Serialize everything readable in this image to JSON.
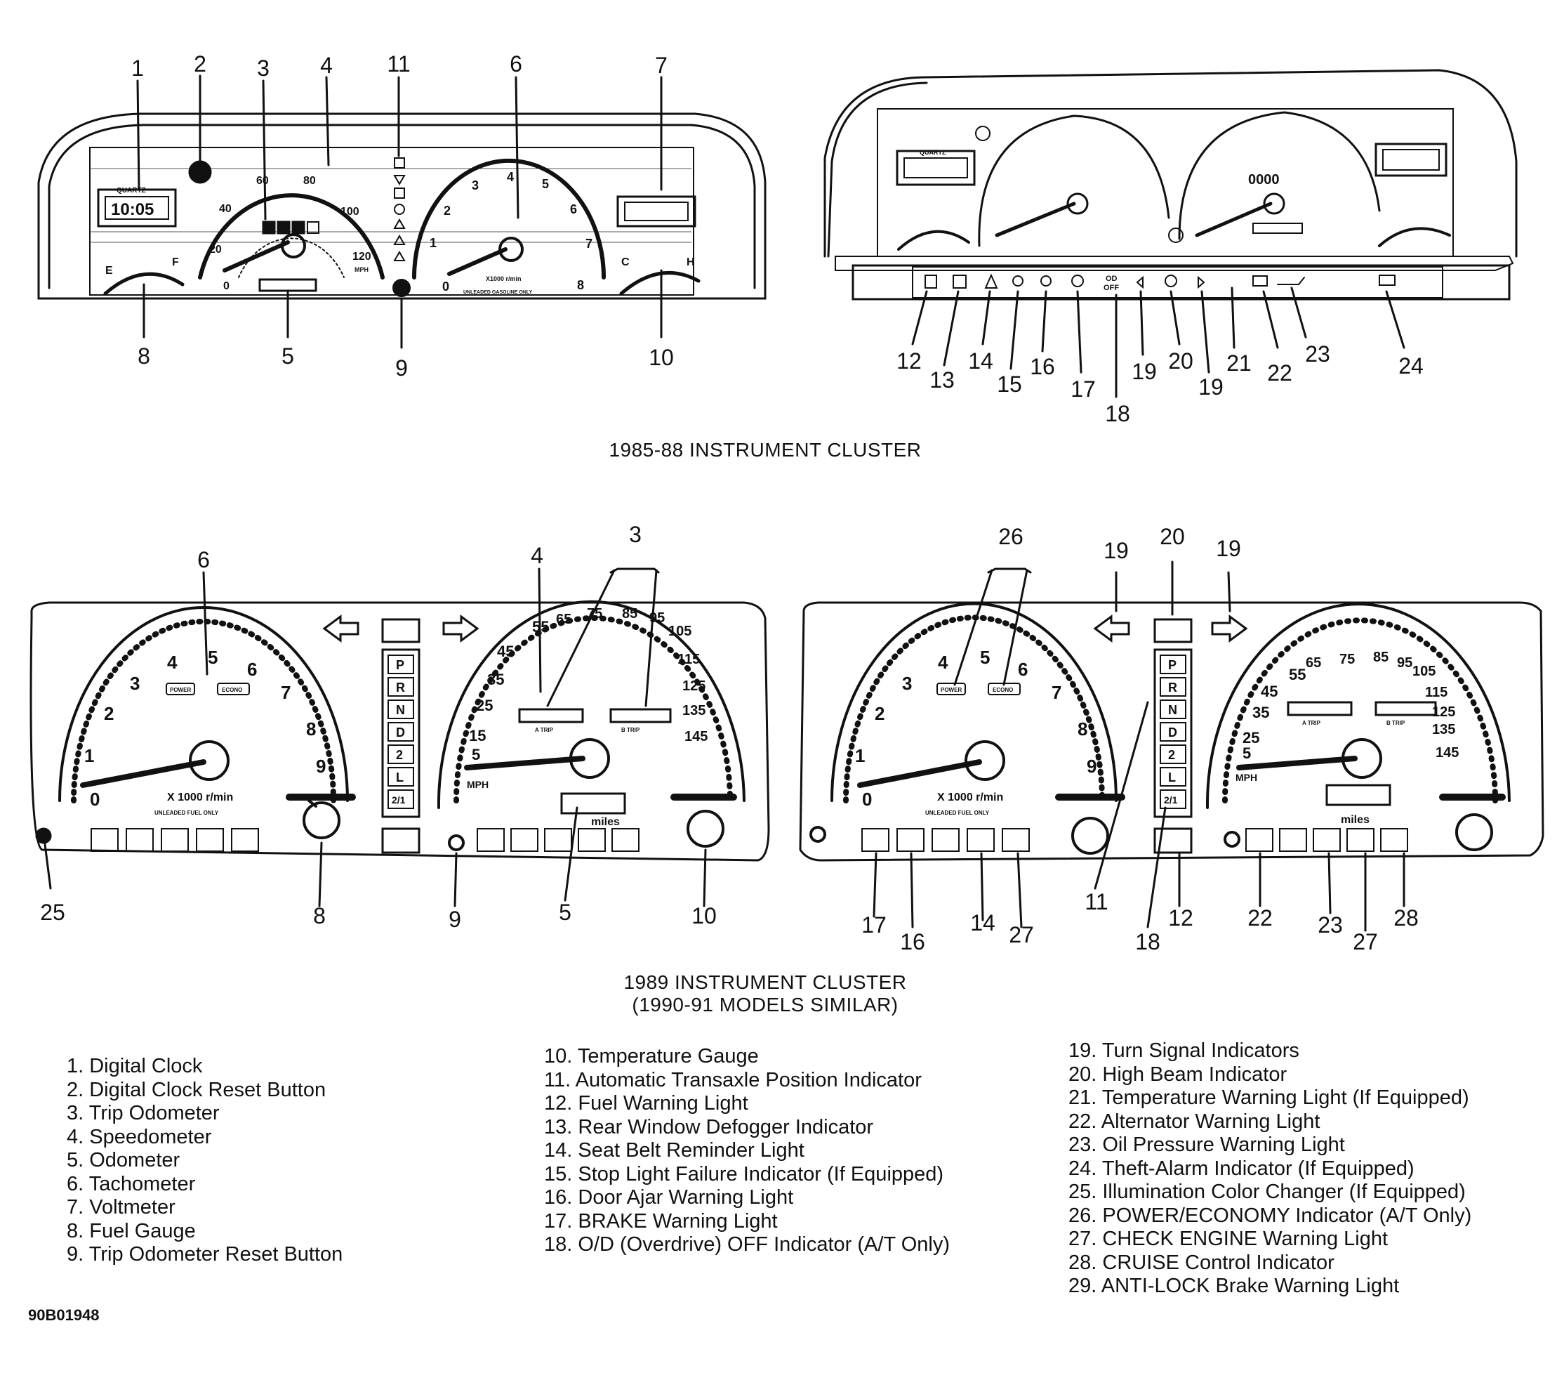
{
  "captions": {
    "top": "1985-88 INSTRUMENT CLUSTER",
    "bottom_line1": "1989 INSTRUMENT CLUSTER",
    "bottom_line2": "(1990-91 MODELS SIMILAR)"
  },
  "legend": [
    "1. Digital Clock",
    "2. Digital Clock Reset Button",
    "3. Trip Odometer",
    "4. Speedometer",
    "5. Odometer",
    "6. Tachometer",
    "7. Voltmeter",
    "8. Fuel Gauge",
    "9. Trip Odometer Reset Button",
    "10. Temperature Gauge",
    "11. Automatic Transaxle Position Indicator",
    "12. Fuel Warning Light",
    "13. Rear Window Defogger Indicator",
    "14. Seat Belt Reminder Light",
    "15. Stop Light Failure Indicator (If Equipped)",
    "16. Door Ajar Warning Light",
    "17. BRAKE Warning Light",
    "18. O/D (Overdrive) OFF Indicator (A/T Only)",
    "19. Turn Signal Indicators",
    "20. High Beam Indicator",
    "21. Temperature Warning Light (If Equipped)",
    "22. Alternator Warning Light",
    "23. Oil Pressure Warning Light",
    "24. Theft-Alarm Indicator (If Equipped)",
    "25. Illumination Color Changer (If Equipped)",
    "26. POWER/ECONOMY Indicator (A/T Only)",
    "27. CHECK ENGINE Warning Light",
    "28. CRUISE Control Indicator",
    "29. ANTI-LOCK Brake Warning Light"
  ],
  "figure_id": "90B01948",
  "cluster_text": {
    "quartz": "QUARTZ",
    "clock_time": "10:05",
    "speed_scale_85": [
      "0",
      "20",
      "40",
      "60",
      "80",
      "100",
      "120"
    ],
    "tach_scale_85": [
      "0",
      "1",
      "2",
      "3",
      "4",
      "5",
      "6",
      "7",
      "8"
    ],
    "tach_unit": "X1000 r/min",
    "tach_note": "UNLEADED GASOLINE ONLY",
    "mph": "MPH",
    "fuel_e": "E",
    "fuel_f": "F",
    "temp_c": "C",
    "temp_h": "H",
    "od_off_top": "OD",
    "od_off_bottom": "OFF",
    "odo_digits": "0000",
    "tach_scale_89": [
      "0",
      "1",
      "2",
      "3",
      "4",
      "5",
      "6",
      "7",
      "8",
      "9"
    ],
    "tach_unit_89": "X 1000 r/min",
    "fuel_note_89": "UNLEADED FUEL ONLY",
    "power": "POWER",
    "econ": "ECONO",
    "speed_scale_89": [
      "5",
      "15",
      "25",
      "35",
      "45",
      "55",
      "65",
      "75",
      "85",
      "95",
      "105",
      "115",
      "125",
      "135",
      "145"
    ],
    "mph_89": "MPH",
    "miles": "miles",
    "a_trip": "A TRIP",
    "b_trip": "B TRIP",
    "gear_letters": [
      "P",
      "R",
      "N",
      "D",
      "2",
      "L",
      "2/1"
    ]
  },
  "callouts_top_left": [
    "1",
    "2",
    "3",
    "4",
    "11",
    "6",
    "7",
    "8",
    "5",
    "9",
    "10"
  ],
  "callouts_top_right": [
    "12",
    "13",
    "14",
    "15",
    "16",
    "17",
    "18",
    "19",
    "20",
    "19",
    "21",
    "22",
    "23",
    "24"
  ],
  "callouts_bottom_left": [
    "6",
    "4",
    "3",
    "25",
    "8",
    "9",
    "5",
    "10"
  ],
  "callouts_bottom_right": [
    "26",
    "19",
    "20",
    "19",
    "11",
    "17",
    "16",
    "14",
    "27",
    "18",
    "12",
    "22",
    "23",
    "27",
    "28"
  ]
}
